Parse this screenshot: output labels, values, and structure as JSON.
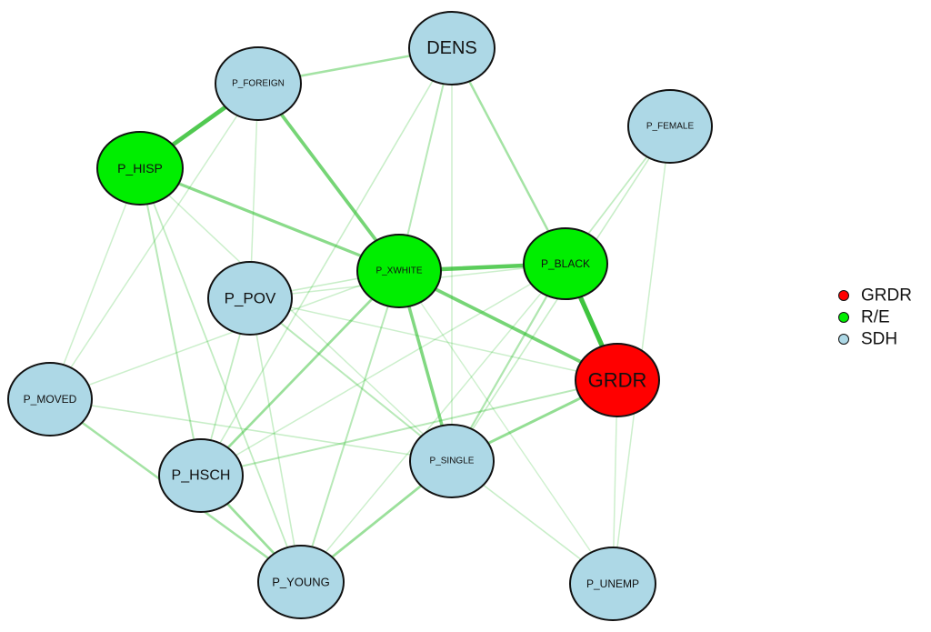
{
  "colors": {
    "GRDR": "#ff0000",
    "R/E": "#00ee00",
    "SDH": "#add8e6",
    "edge": "#22bb22"
  },
  "legend": [
    {
      "label": "GRDR",
      "group": "GRDR"
    },
    {
      "label": "R/E",
      "group": "R/E"
    },
    {
      "label": "SDH",
      "group": "SDH"
    }
  ],
  "nodes": [
    {
      "id": "DENS",
      "label": "DENS",
      "group": "SDH"
    },
    {
      "id": "P_FOREIGN",
      "label": "P_FOREIGN",
      "group": "SDH"
    },
    {
      "id": "P_FEMALE",
      "label": "P_FEMALE",
      "group": "SDH"
    },
    {
      "id": "P_HISP",
      "label": "P_HISP",
      "group": "R/E"
    },
    {
      "id": "P_XWHITE",
      "label": "P_XWHITE",
      "group": "R/E"
    },
    {
      "id": "P_BLACK",
      "label": "P_BLACK",
      "group": "R/E"
    },
    {
      "id": "P_POV",
      "label": "P_POV",
      "group": "SDH"
    },
    {
      "id": "GRDR",
      "label": "GRDR",
      "group": "GRDR"
    },
    {
      "id": "P_MOVED",
      "label": "P_MOVED",
      "group": "SDH"
    },
    {
      "id": "P_HSCH",
      "label": "P_HSCH",
      "group": "SDH"
    },
    {
      "id": "P_SINGLE",
      "label": "P_SINGLE",
      "group": "SDH"
    },
    {
      "id": "P_YOUNG",
      "label": "P_YOUNG",
      "group": "SDH"
    },
    {
      "id": "P_UNEMP",
      "label": "P_UNEMP",
      "group": "SDH"
    }
  ],
  "edges": [
    {
      "source": "P_BLACK",
      "target": "GRDR",
      "weight": 0.85
    },
    {
      "source": "P_HISP",
      "target": "P_FOREIGN",
      "weight": 0.75
    },
    {
      "source": "P_XWHITE",
      "target": "P_BLACK",
      "weight": 0.7
    },
    {
      "source": "P_FOREIGN",
      "target": "P_XWHITE",
      "weight": 0.55
    },
    {
      "source": "P_XWHITE",
      "target": "GRDR",
      "weight": 0.55
    },
    {
      "source": "P_XWHITE",
      "target": "P_SINGLE",
      "weight": 0.5
    },
    {
      "source": "P_HISP",
      "target": "P_XWHITE",
      "weight": 0.45
    },
    {
      "source": "P_SINGLE",
      "target": "GRDR",
      "weight": 0.4
    },
    {
      "source": "P_XWHITE",
      "target": "P_HSCH",
      "weight": 0.35
    },
    {
      "source": "DENS",
      "target": "P_BLACK",
      "weight": 0.3
    },
    {
      "source": "P_SINGLE",
      "target": "P_YOUNG",
      "weight": 0.35
    },
    {
      "source": "P_HSCH",
      "target": "P_YOUNG",
      "weight": 0.35
    },
    {
      "source": "P_MOVED",
      "target": "P_YOUNG",
      "weight": 0.3
    },
    {
      "source": "DENS",
      "target": "P_FOREIGN",
      "weight": 0.3
    },
    {
      "source": "P_BLACK",
      "target": "P_SINGLE",
      "weight": 0.25
    },
    {
      "source": "P_HSCH",
      "target": "GRDR",
      "weight": 0.2
    },
    {
      "source": "DENS",
      "target": "P_XWHITE",
      "weight": 0.2
    },
    {
      "source": "P_HISP",
      "target": "P_HSCH",
      "weight": 0.2
    },
    {
      "source": "P_POV",
      "target": "P_SINGLE",
      "weight": 0.2
    },
    {
      "source": "P_XWHITE",
      "target": "P_YOUNG",
      "weight": 0.2
    },
    {
      "source": "P_FEMALE",
      "target": "P_BLACK",
      "weight": 0.15
    },
    {
      "source": "P_FEMALE",
      "target": "P_SINGLE",
      "weight": 0.12
    },
    {
      "source": "P_HISP",
      "target": "P_YOUNG",
      "weight": 0.15
    },
    {
      "source": "P_POV",
      "target": "P_HSCH",
      "weight": 0.15
    },
    {
      "source": "P_POV",
      "target": "P_YOUNG",
      "weight": 0.12
    },
    {
      "source": "P_MOVED",
      "target": "P_SINGLE",
      "weight": 0.12
    },
    {
      "source": "P_MOVED",
      "target": "P_HISP",
      "weight": 0.1
    },
    {
      "source": "P_SINGLE",
      "target": "P_UNEMP",
      "weight": 0.12
    },
    {
      "source": "GRDR",
      "target": "P_UNEMP",
      "weight": 0.1
    },
    {
      "source": "P_POV",
      "target": "P_XWHITE",
      "weight": 0.12
    },
    {
      "source": "P_POV",
      "target": "GRDR",
      "weight": 0.1
    },
    {
      "source": "P_FOREIGN",
      "target": "P_POV",
      "weight": 0.1
    },
    {
      "source": "DENS",
      "target": "P_HSCH",
      "weight": 0.12
    },
    {
      "source": "P_FEMALE",
      "target": "P_UNEMP",
      "weight": 0.1
    },
    {
      "source": "P_MOVED",
      "target": "P_XWHITE",
      "weight": 0.1
    },
    {
      "source": "P_FOREIGN",
      "target": "P_MOVED",
      "weight": 0.1
    },
    {
      "source": "P_HISP",
      "target": "P_SINGLE",
      "weight": 0.1
    },
    {
      "source": "P_HSCH",
      "target": "P_BLACK",
      "weight": 0.1
    },
    {
      "source": "P_BLACK",
      "target": "P_YOUNG",
      "weight": 0.1
    },
    {
      "source": "P_POV",
      "target": "P_BLACK",
      "weight": 0.1
    },
    {
      "source": "P_XWHITE",
      "target": "P_UNEMP",
      "weight": 0.08
    },
    {
      "source": "DENS",
      "target": "P_SINGLE",
      "weight": 0.1
    }
  ]
}
